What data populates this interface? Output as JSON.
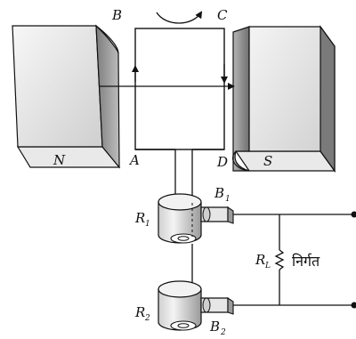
{
  "labels": {
    "north_pole": "N",
    "south_pole": "S",
    "corner_a": "A",
    "corner_b": "B",
    "corner_c": "C",
    "corner_d": "D",
    "ring1": "R",
    "ring1_sub": "1",
    "ring2": "R",
    "ring2_sub": "2",
    "brush1": "B",
    "brush1_sub": "1",
    "brush2": "B",
    "brush2_sub": "2",
    "load": "R",
    "load_sub": "L",
    "output": "निर्गत"
  },
  "colors": {
    "magnet_light": "#f2f2f2",
    "magnet_mid": "#c9c9c9",
    "magnet_dark": "#8c8c8c",
    "line": "#111111"
  }
}
